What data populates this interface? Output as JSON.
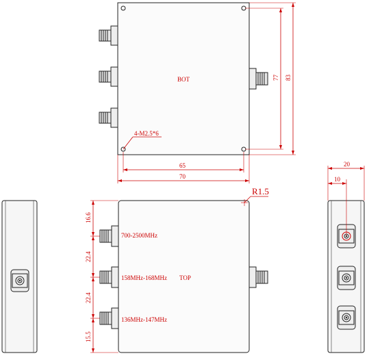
{
  "colors": {
    "outline": "#222222",
    "dimension": "#cc0000",
    "body_fill": "#f4f4f4",
    "connector_fill": "#e6e6e6"
  },
  "views": {
    "bottom": {
      "label": "BOT",
      "hole_note": "4-M2.5*6"
    },
    "top": {
      "label": "TOP",
      "radius_note": "R1.5",
      "ports": [
        "700-2500MHz",
        "158MHz-168MHz",
        "136MHz-147MHz"
      ]
    },
    "side_right": {}
  },
  "dimensions": {
    "hole_spacing_w": "65",
    "overall_w": "70",
    "hole_spacing_h": "77",
    "overall_h": "83",
    "side_overall": "20",
    "side_center": "10",
    "port_spacings": [
      "16.6",
      "22.4",
      "22.4",
      "15.5"
    ]
  },
  "icons": [
    "sma-connector-icon",
    "mounting-hole-icon"
  ]
}
